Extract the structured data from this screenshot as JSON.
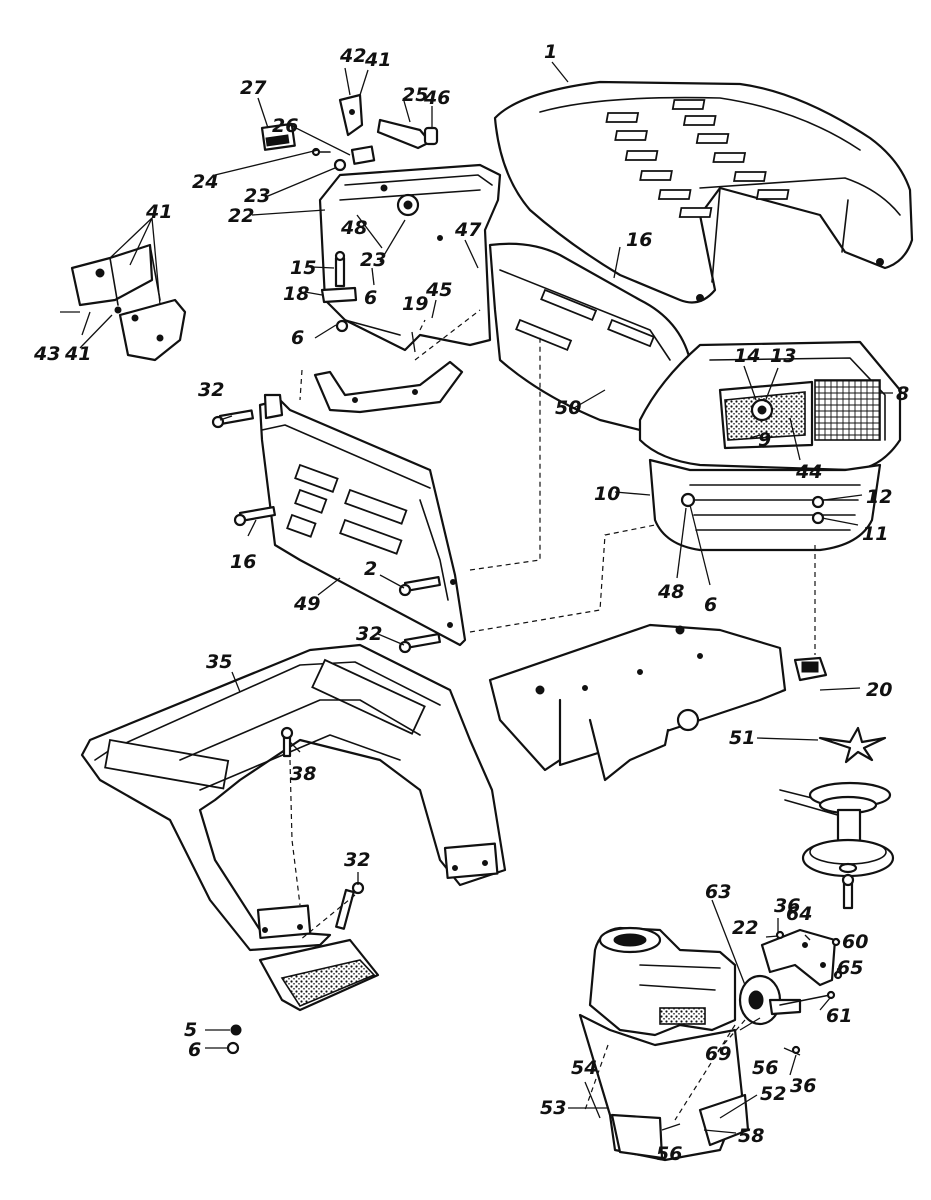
{
  "callouts": [
    {
      "id": "c1",
      "text": "1"
    },
    {
      "id": "c2",
      "text": "2"
    },
    {
      "id": "c5",
      "text": "5"
    },
    {
      "id": "c6a",
      "text": "6"
    },
    {
      "id": "c6b",
      "text": "6"
    },
    {
      "id": "c6c",
      "text": "6"
    },
    {
      "id": "c6d",
      "text": "6"
    },
    {
      "id": "c8",
      "text": "8"
    },
    {
      "id": "c9",
      "text": "9"
    },
    {
      "id": "c10",
      "text": "10"
    },
    {
      "id": "c11",
      "text": "11"
    },
    {
      "id": "c12",
      "text": "12"
    },
    {
      "id": "c13",
      "text": "13"
    },
    {
      "id": "c14",
      "text": "14"
    },
    {
      "id": "c15",
      "text": "15"
    },
    {
      "id": "c16a",
      "text": "16"
    },
    {
      "id": "c16b",
      "text": "16"
    },
    {
      "id": "c18",
      "text": "18"
    },
    {
      "id": "c19",
      "text": "19"
    },
    {
      "id": "c20",
      "text": "20"
    },
    {
      "id": "c22a",
      "text": "22"
    },
    {
      "id": "c22b",
      "text": "22"
    },
    {
      "id": "c23a",
      "text": "23"
    },
    {
      "id": "c23b",
      "text": "23"
    },
    {
      "id": "c24",
      "text": "24"
    },
    {
      "id": "c25",
      "text": "25"
    },
    {
      "id": "c26",
      "text": "26"
    },
    {
      "id": "c27",
      "text": "27"
    },
    {
      "id": "c32a",
      "text": "32"
    },
    {
      "id": "c32b",
      "text": "32"
    },
    {
      "id": "c32c",
      "text": "32"
    },
    {
      "id": "c35",
      "text": "35"
    },
    {
      "id": "c36a",
      "text": "36"
    },
    {
      "id": "c36b",
      "text": "36"
    },
    {
      "id": "c38",
      "text": "38"
    },
    {
      "id": "c41a",
      "text": "41"
    },
    {
      "id": "c41b",
      "text": "41"
    },
    {
      "id": "c41c",
      "text": "41"
    },
    {
      "id": "c42",
      "text": "42"
    },
    {
      "id": "c43",
      "text": "43"
    },
    {
      "id": "c44",
      "text": "44"
    },
    {
      "id": "c45",
      "text": "45"
    },
    {
      "id": "c46",
      "text": "46"
    },
    {
      "id": "c47",
      "text": "47"
    },
    {
      "id": "c48a",
      "text": "48"
    },
    {
      "id": "c48b",
      "text": "48"
    },
    {
      "id": "c49",
      "text": "49"
    },
    {
      "id": "c50",
      "text": "50"
    },
    {
      "id": "c51",
      "text": "51"
    },
    {
      "id": "c52",
      "text": "52"
    },
    {
      "id": "c53",
      "text": "53"
    },
    {
      "id": "c54",
      "text": "54"
    },
    {
      "id": "c56a",
      "text": "56"
    },
    {
      "id": "c56b",
      "text": "56"
    },
    {
      "id": "c58",
      "text": "58"
    },
    {
      "id": "c60",
      "text": "60"
    },
    {
      "id": "c61",
      "text": "61"
    },
    {
      "id": "c63",
      "text": "63"
    },
    {
      "id": "c64",
      "text": "64"
    },
    {
      "id": "c65",
      "text": "65"
    },
    {
      "id": "c69",
      "text": "69"
    }
  ]
}
